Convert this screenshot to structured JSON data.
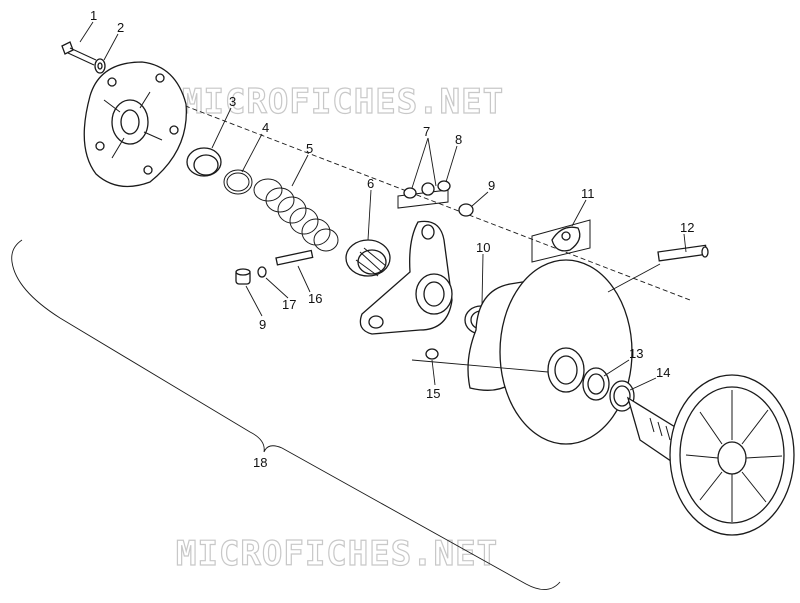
{
  "watermark": {
    "top": "MICROFICHES.NET",
    "bottom": "MICROFICHES.NET"
  },
  "callouts": {
    "c1": "1",
    "c2": "2",
    "c3": "3",
    "c4": "4",
    "c5": "5",
    "c6": "6",
    "c7": "7",
    "c8": "8",
    "c9a": "9",
    "c9b": "9",
    "c10": "10",
    "c11": "11",
    "c12": "12",
    "c13": "13",
    "c14": "14",
    "c15": "15",
    "c16": "16",
    "c17": "17",
    "c18": "18"
  },
  "colors": {
    "line": "#1a1a1a",
    "watermark": "#c8c8c8",
    "background": "#ffffff"
  }
}
